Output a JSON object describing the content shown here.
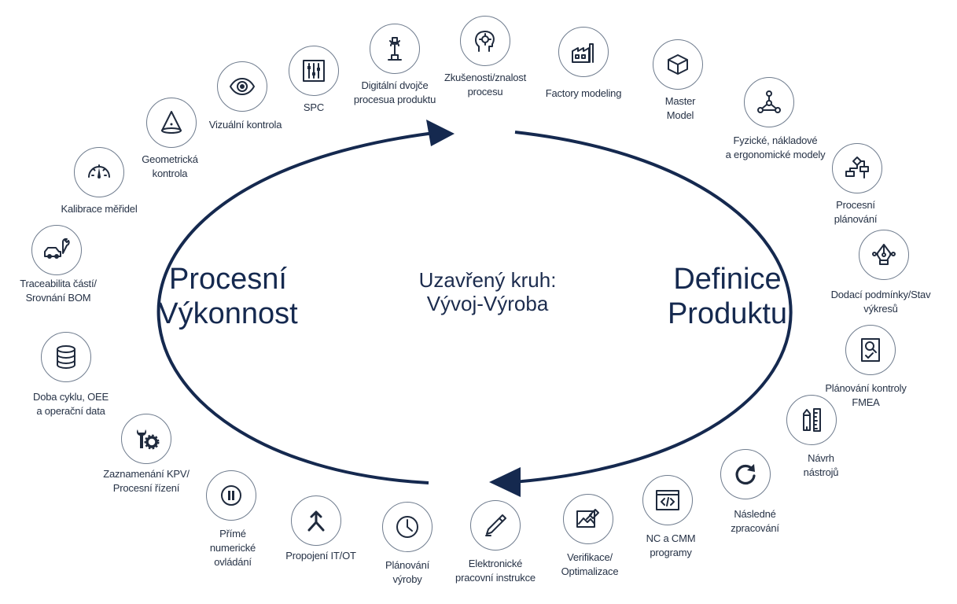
{
  "diagram": {
    "left_title": "Procesní\nVýkonnost",
    "right_title": "Definice\nProduktu",
    "center_title": "Uzavřený kruh:\nVývoj-Výroba",
    "colors": {
      "cycle": "#15294f",
      "icon": "#1f2a3d",
      "circle_border": "#6f7c8e"
    },
    "nodes": [
      {
        "id": "digital-twin",
        "label": "Digitální dvojče\nprocesua produktu",
        "icon": "hand-robot-icon"
      },
      {
        "id": "experience",
        "label": "Zkušenosti/znalost\nprocesu",
        "icon": "head-gear-icon"
      },
      {
        "id": "factory-modeling",
        "label": "Factory modeling",
        "icon": "factory-icon"
      },
      {
        "id": "master-model",
        "label": "Master\nModel",
        "icon": "cube-icon"
      },
      {
        "id": "physical-models",
        "label": "Fyzické, nákladové\na ergonomické modely",
        "icon": "network-icon"
      },
      {
        "id": "process-planning",
        "label": "Procesní\nplánování",
        "icon": "flowchart-icon"
      },
      {
        "id": "delivery-conditions",
        "label": "Dodací podmínky/Stav\nvýkresů",
        "icon": "pen-nib-icon"
      },
      {
        "id": "inspection-planning",
        "label": "Plánování kontroly\nFMEA",
        "icon": "document-search-icon"
      },
      {
        "id": "tool-design",
        "label": "Návrh\nnástrojů",
        "icon": "pencil-ruler-icon"
      },
      {
        "id": "post-processing",
        "label": "Následné\nzpracování",
        "icon": "refresh-icon"
      },
      {
        "id": "nc-cmm",
        "label": "NC a CMM\nprogramy",
        "icon": "code-window-icon"
      },
      {
        "id": "verification",
        "label": "Verifikace/\nOptimalizace",
        "icon": "map-tools-icon"
      },
      {
        "id": "work-instructions",
        "label": "Elektronické\npracovní instrukce",
        "icon": "pen-icon"
      },
      {
        "id": "production-planning",
        "label": "Plánování\nvýroby",
        "icon": "clock-icon"
      },
      {
        "id": "it-ot",
        "label": "Propojení IT/OT",
        "icon": "merge-arrow-icon"
      },
      {
        "id": "nc-control",
        "label": "Přímé\nnumerické\novládání",
        "icon": "pause-icon"
      },
      {
        "id": "kpv",
        "label": "Zaznamenání KPV/\nProcesní řízení",
        "icon": "wrench-gear-icon"
      },
      {
        "id": "cycle-time",
        "label": "Doba cyklu, OEE\na operační data",
        "icon": "database-icon"
      },
      {
        "id": "traceability",
        "label": "Traceabilita částí/\nSrovnání BOM",
        "icon": "car-wrench-icon"
      },
      {
        "id": "calibration",
        "label": "Kalibrace měřidel",
        "icon": "gauge-icon"
      },
      {
        "id": "geometric-inspection",
        "label": "Geometrická\nkontrola",
        "icon": "cone-icon"
      },
      {
        "id": "visual-inspection",
        "label": "Vizuální kontrola",
        "icon": "eye-icon"
      },
      {
        "id": "spc",
        "label": "SPC",
        "icon": "sliders-icon"
      }
    ]
  }
}
